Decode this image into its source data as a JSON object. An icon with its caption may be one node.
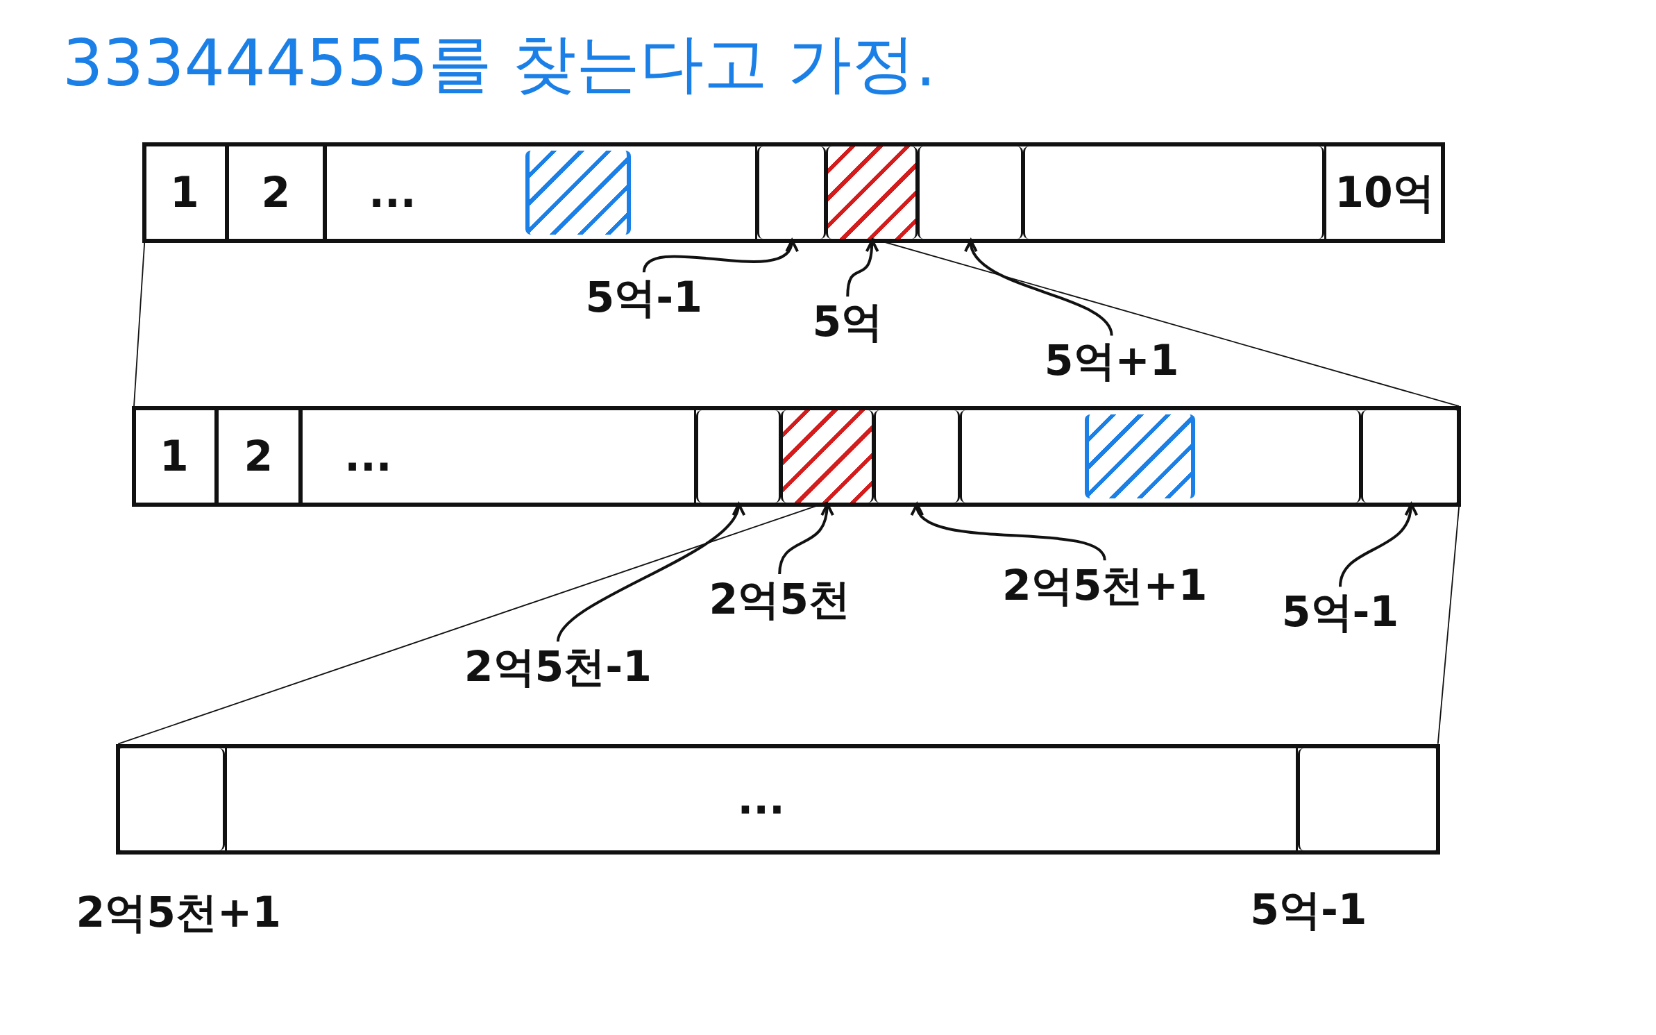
{
  "diagram": {
    "title": "333444555를 찾는다고 가정.",
    "nodes": [
      {
        "text": [],
        "shape": "bar"
      },
      {
        "text": [
          "1"
        ],
        "in": 0
      },
      {
        "text": [
          "2"
        ],
        "in": 0
      },
      {
        "text": [
          "..."
        ],
        "in": 0
      },
      {
        "text": [],
        "shape": "box",
        "in": 3
      },
      {
        "text": [],
        "shape": "box",
        "in": 0
      },
      {
        "text": [],
        "shape": "box",
        "in": 0
      },
      {
        "text": [],
        "shape": "box",
        "in": 0
      },
      {
        "text": [],
        "shape": "box",
        "in": 0
      },
      {
        "text": [
          "10억"
        ],
        "in": 0
      },
      {
        "text": [
          "5억-1"
        ]
      },
      {
        "text": [
          "5억"
        ]
      },
      {
        "text": [
          "5억+1"
        ]
      },
      {
        "text": [],
        "shape": "bar"
      },
      {
        "text": [
          "1"
        ],
        "in": 13
      },
      {
        "text": [
          "2"
        ],
        "in": 13
      },
      {
        "text": [
          "..."
        ],
        "in": 13
      },
      {
        "text": [],
        "shape": "box",
        "in": 13
      },
      {
        "text": [],
        "shape": "box",
        "in": 13
      },
      {
        "text": [],
        "shape": "box",
        "in": 13
      },
      {
        "text": [],
        "shape": "box",
        "in": 13
      },
      {
        "text": [],
        "shape": "box",
        "in": 20
      },
      {
        "text": [],
        "shape": "box",
        "in": 13
      },
      {
        "text": [
          "2억5천-1"
        ]
      },
      {
        "text": [
          "2억5천"
        ]
      },
      {
        "text": [
          "2억5천+1"
        ]
      },
      {
        "text": [
          "5억-1"
        ]
      },
      {
        "text": [],
        "shape": "bar"
      },
      {
        "text": [],
        "shape": "box",
        "in": 27,
        "beside": [
          "2억5천+1"
        ]
      },
      {
        "text": [
          "..."
        ],
        "in": 27
      },
      {
        "text": [],
        "shape": "box",
        "in": 27,
        "beside": [
          "5억-1"
        ]
      }
    ],
    "edges": [
      {
        "from": 10,
        "to": 5,
        "arrow": "to"
      },
      {
        "from": 11,
        "to": 6,
        "arrow": "to"
      },
      {
        "from": 12,
        "to": 7,
        "arrow": "to"
      },
      {
        "from": 23,
        "to": 17,
        "arrow": "to"
      },
      {
        "from": 24,
        "to": 18,
        "arrow": "to"
      },
      {
        "from": 25,
        "to": 19,
        "arrow": "to"
      },
      {
        "from": 26,
        "to": 22,
        "arrow": "to"
      },
      {
        "from": 0,
        "to": 13,
        "arrow": "none"
      },
      {
        "from": 6,
        "to": 13,
        "arrow": "none"
      },
      {
        "from": 18,
        "to": 27,
        "arrow": "none"
      },
      {
        "from": 13,
        "to": 27,
        "arrow": "none"
      }
    ]
  }
}
